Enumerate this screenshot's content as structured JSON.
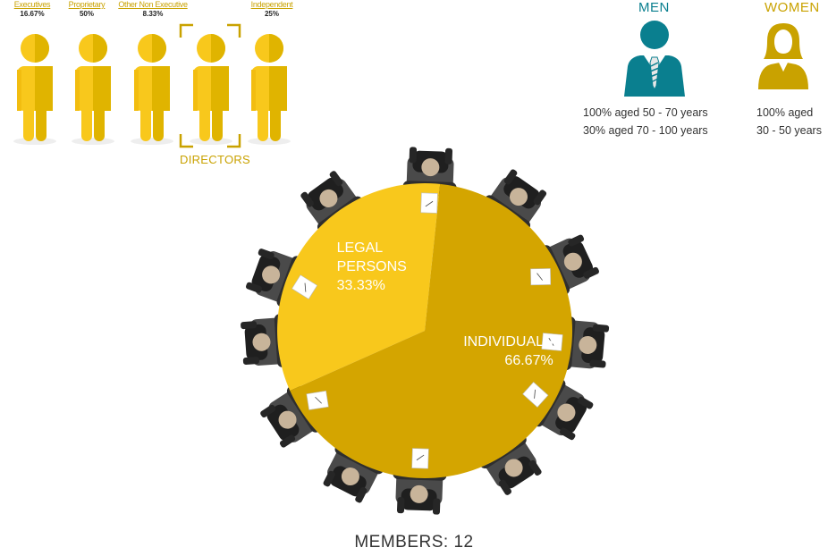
{
  "directors": [
    {
      "label": "Executives",
      "pct": "16.67%"
    },
    {
      "label": "Proprietary",
      "pct": "50%"
    },
    {
      "label": "Other Non Executive",
      "pct": "8.33%"
    },
    {
      "label": "",
      "pct": ""
    },
    {
      "label": "Independent",
      "pct": "25%"
    }
  ],
  "directors_caption": "DIRECTORS",
  "men": {
    "title": "MEN",
    "lines": [
      "100% aged 50 - 70 years",
      "30% aged 70 - 100 years"
    ]
  },
  "women": {
    "title": "WOMEN",
    "lines": [
      "100% aged",
      "30 - 50 years"
    ]
  },
  "members_label": "MEMBERS: 12",
  "colors": {
    "gold": "#f8c81c",
    "gold_dark": "#d4a500",
    "teal": "#0a7f8f",
    "women": "#c9a200",
    "chair": "#3b3b3b"
  },
  "chart_data": {
    "type": "pie",
    "slices": [
      {
        "label_lines": [
          "LEGAL",
          "PERSONS"
        ],
        "pct_text": "33.33%",
        "value": 33.33,
        "color": "#f8c81c"
      },
      {
        "label_lines": [
          "INDIVIDUALS"
        ],
        "pct_text": "66.67%",
        "value": 66.67,
        "color": "#d4a500"
      }
    ]
  }
}
